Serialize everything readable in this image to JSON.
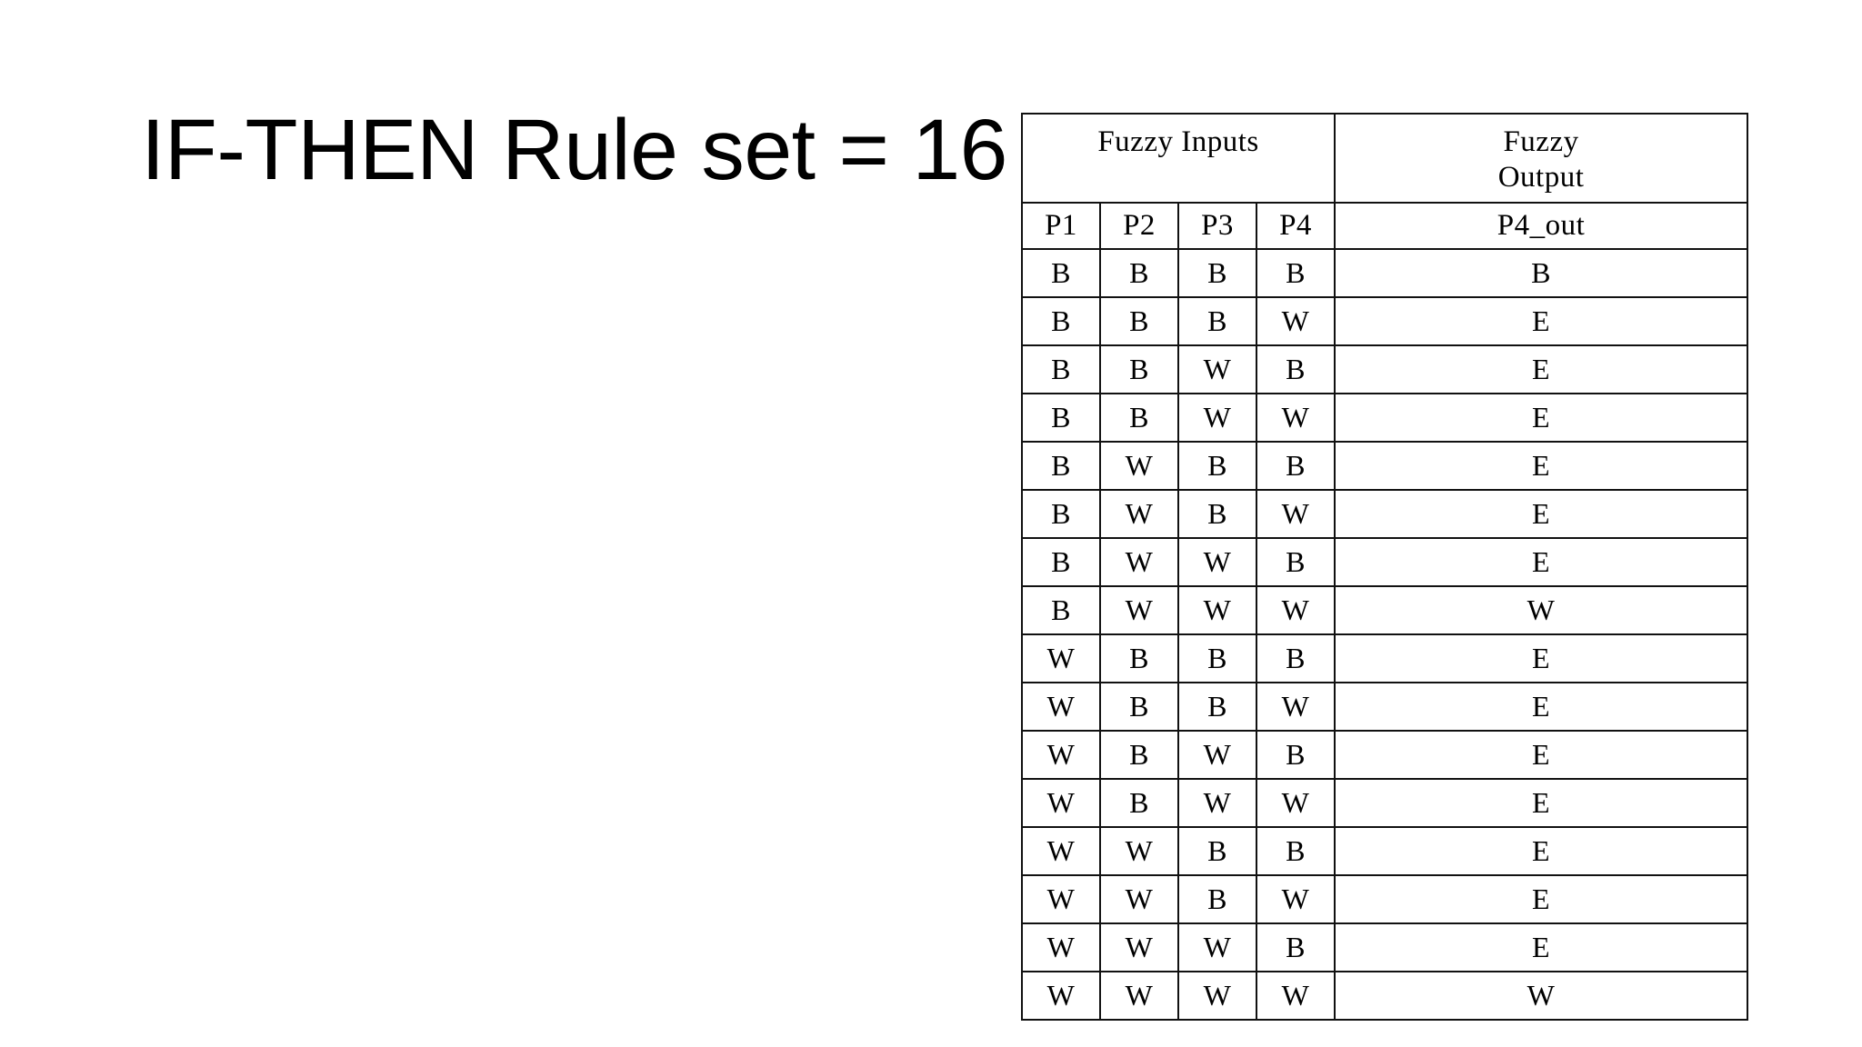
{
  "slide": {
    "title": "IF-THEN Rule set = 16",
    "background_color": "#ffffff",
    "text_color": "#000000"
  },
  "table": {
    "group_headers": {
      "inputs": "Fuzzy Inputs",
      "output_line1": "Fuzzy",
      "output_line2": "Output",
      "output_full": "Fuzzy Output"
    },
    "columns": [
      "P1",
      "P2",
      "P3",
      "P4",
      "P4_out"
    ],
    "rows": [
      {
        "P1": "B",
        "P2": "B",
        "P3": "B",
        "P4": "B",
        "P4_out": "B"
      },
      {
        "P1": "B",
        "P2": "B",
        "P3": "B",
        "P4": "W",
        "P4_out": "E"
      },
      {
        "P1": "B",
        "P2": "B",
        "P3": "W",
        "P4": "B",
        "P4_out": "E"
      },
      {
        "P1": "B",
        "P2": "B",
        "P3": "W",
        "P4": "W",
        "P4_out": "E"
      },
      {
        "P1": "B",
        "P2": "W",
        "P3": "B",
        "P4": "B",
        "P4_out": "E"
      },
      {
        "P1": "B",
        "P2": "W",
        "P3": "B",
        "P4": "W",
        "P4_out": "E"
      },
      {
        "P1": "B",
        "P2": "W",
        "P3": "W",
        "P4": "B",
        "P4_out": "E"
      },
      {
        "P1": "B",
        "P2": "W",
        "P3": "W",
        "P4": "W",
        "P4_out": "W"
      },
      {
        "P1": "W",
        "P2": "B",
        "P3": "B",
        "P4": "B",
        "P4_out": "E"
      },
      {
        "P1": "W",
        "P2": "B",
        "P3": "B",
        "P4": "W",
        "P4_out": "E"
      },
      {
        "P1": "W",
        "P2": "B",
        "P3": "W",
        "P4": "B",
        "P4_out": "E"
      },
      {
        "P1": "W",
        "P2": "B",
        "P3": "W",
        "P4": "W",
        "P4_out": "E"
      },
      {
        "P1": "W",
        "P2": "W",
        "P3": "B",
        "P4": "B",
        "P4_out": "E"
      },
      {
        "P1": "W",
        "P2": "W",
        "P3": "B",
        "P4": "W",
        "P4_out": "E"
      },
      {
        "P1": "W",
        "P2": "W",
        "P3": "W",
        "P4": "B",
        "P4_out": "E"
      },
      {
        "P1": "W",
        "P2": "W",
        "P3": "W",
        "P4": "W",
        "P4_out": "W"
      }
    ],
    "row_count": 16,
    "border_color": "#111111"
  }
}
